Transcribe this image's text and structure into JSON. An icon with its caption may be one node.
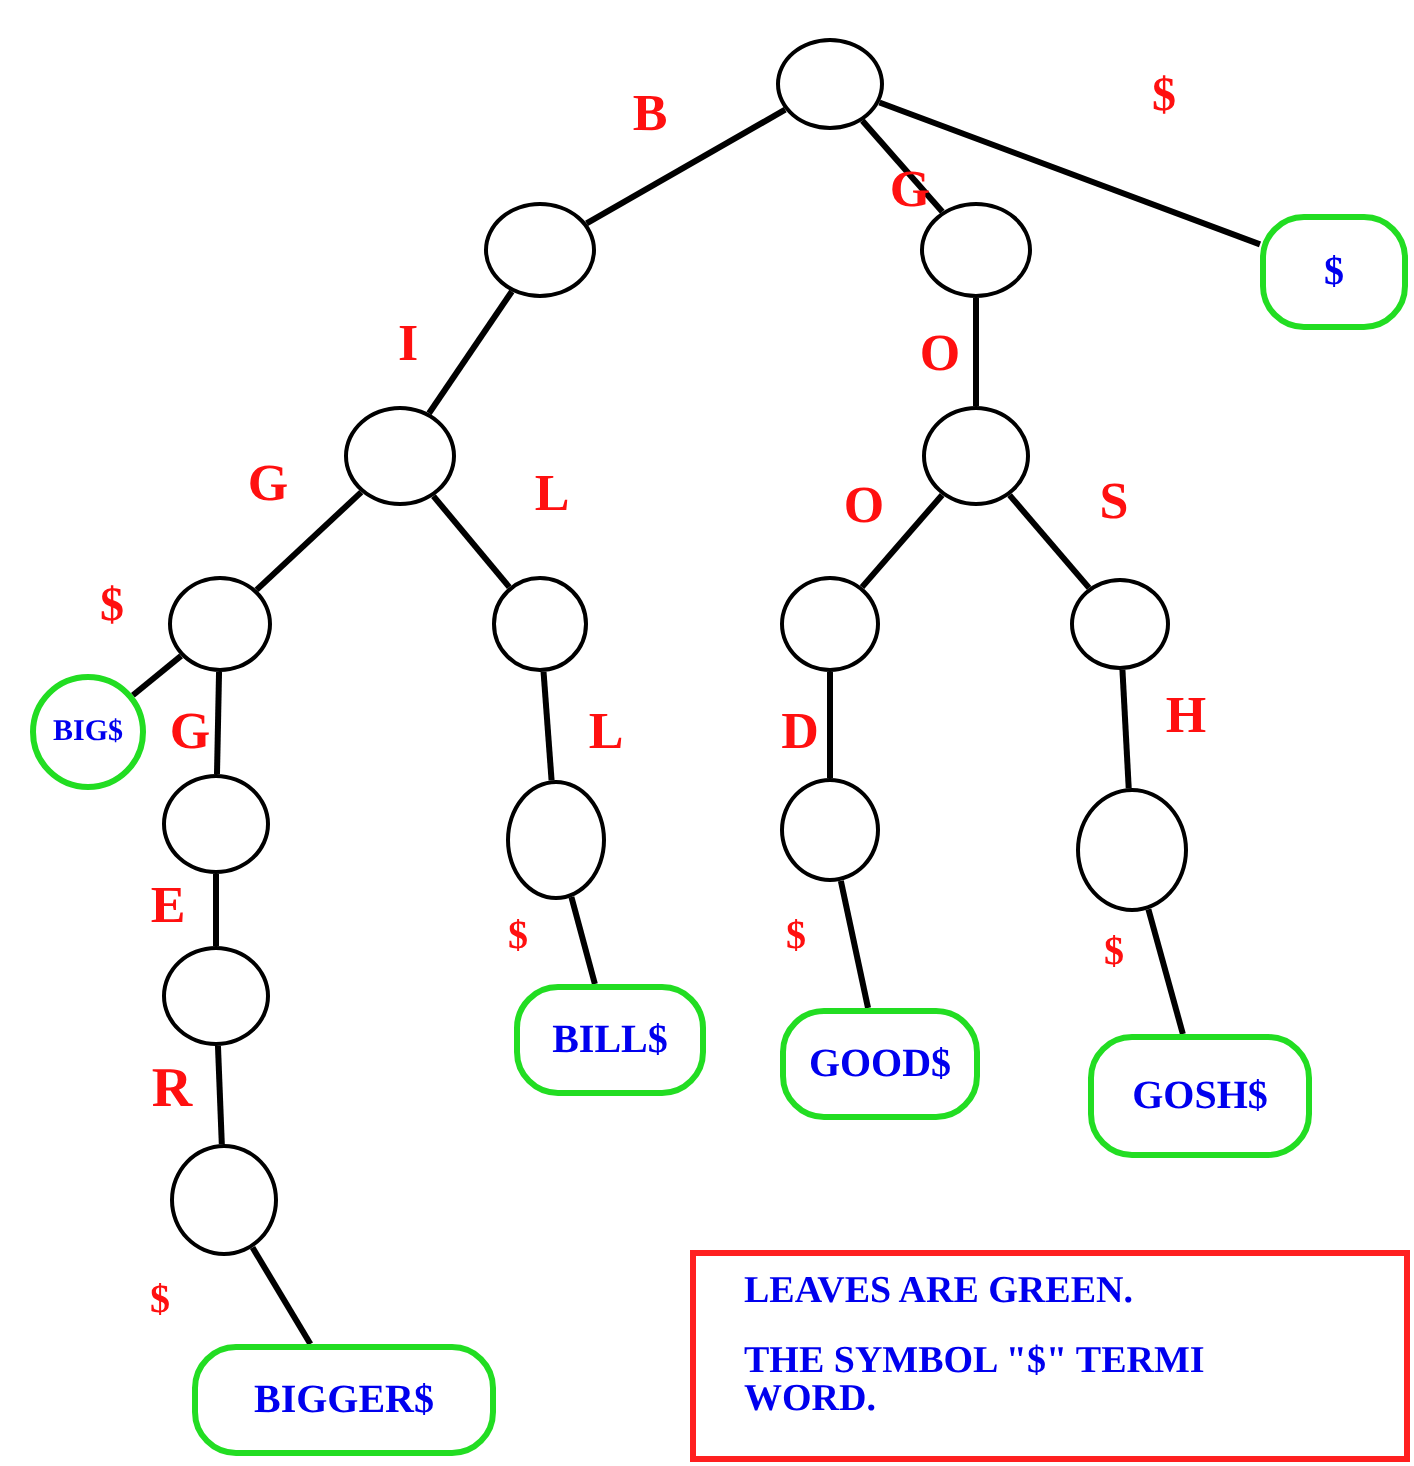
{
  "diagram": {
    "nodes": [
      {
        "text": [],
        "shape": "circle"
      },
      {
        "text": [],
        "shape": "circle"
      },
      {
        "text": [],
        "shape": "circle"
      },
      {
        "text": [
          "$"
        ]
      },
      {
        "text": [],
        "shape": "circle"
      },
      {
        "text": [],
        "shape": "circle"
      },
      {
        "text": [],
        "shape": "circle"
      },
      {
        "text": [],
        "shape": "circle"
      },
      {
        "text": [],
        "shape": "circle"
      },
      {
        "text": [],
        "shape": "circle"
      },
      {
        "text": [
          "BIG$"
        ]
      },
      {
        "text": [],
        "shape": "circle"
      },
      {
        "text": [],
        "shape": "circle"
      },
      {
        "text": [],
        "shape": "circle"
      },
      {
        "text": [],
        "shape": "circle"
      },
      {
        "text": [],
        "shape": "circle"
      },
      {
        "text": [
          "BILL$"
        ]
      },
      {
        "text": [
          "GOOD$"
        ]
      },
      {
        "text": [
          "GOSH$"
        ]
      },
      {
        "text": [],
        "shape": "circle"
      },
      {
        "text": [
          "BIGGER$"
        ]
      },
      {
        "text": [
          "LEAVES ARE GREEN.",
          "THE SYMBOL \"$\" TERMI",
          "WORD."
        ]
      }
    ],
    "edges": [
      {
        "from": 0,
        "to": 1,
        "arrow": "none",
        "label": "B"
      },
      {
        "from": 0,
        "to": 2,
        "arrow": "none",
        "label": "G"
      },
      {
        "from": 0,
        "to": 3,
        "arrow": "none",
        "label": "$"
      },
      {
        "from": 1,
        "to": 4,
        "arrow": "none",
        "label": "I"
      },
      {
        "from": 2,
        "to": 5,
        "arrow": "none",
        "label": "O"
      },
      {
        "from": 4,
        "to": 6,
        "arrow": "none",
        "label": "G"
      },
      {
        "from": 4,
        "to": 7,
        "arrow": "none",
        "label": "L"
      },
      {
        "from": 5,
        "to": 8,
        "arrow": "none",
        "label": "O"
      },
      {
        "from": 5,
        "to": 9,
        "arrow": "none",
        "label": "S"
      },
      {
        "from": 6,
        "to": 10,
        "arrow": "none",
        "label": "$"
      },
      {
        "from": 6,
        "to": 11,
        "arrow": "none",
        "label": "G"
      },
      {
        "from": 7,
        "to": 12,
        "arrow": "none",
        "label": "L"
      },
      {
        "from": 8,
        "to": 13,
        "arrow": "none",
        "label": "D"
      },
      {
        "from": 9,
        "to": 14,
        "arrow": "none",
        "label": "H"
      },
      {
        "from": 11,
        "to": 15,
        "arrow": "none",
        "label": "E"
      },
      {
        "from": 12,
        "to": 16,
        "arrow": "none",
        "label": "$"
      },
      {
        "from": 13,
        "to": 17,
        "arrow": "none",
        "label": "$"
      },
      {
        "from": 14,
        "to": 18,
        "arrow": "none",
        "label": "$"
      },
      {
        "from": 15,
        "to": 19,
        "arrow": "none",
        "label": "R"
      },
      {
        "from": 19,
        "to": 20,
        "arrow": "none",
        "label": "$"
      }
    ]
  }
}
